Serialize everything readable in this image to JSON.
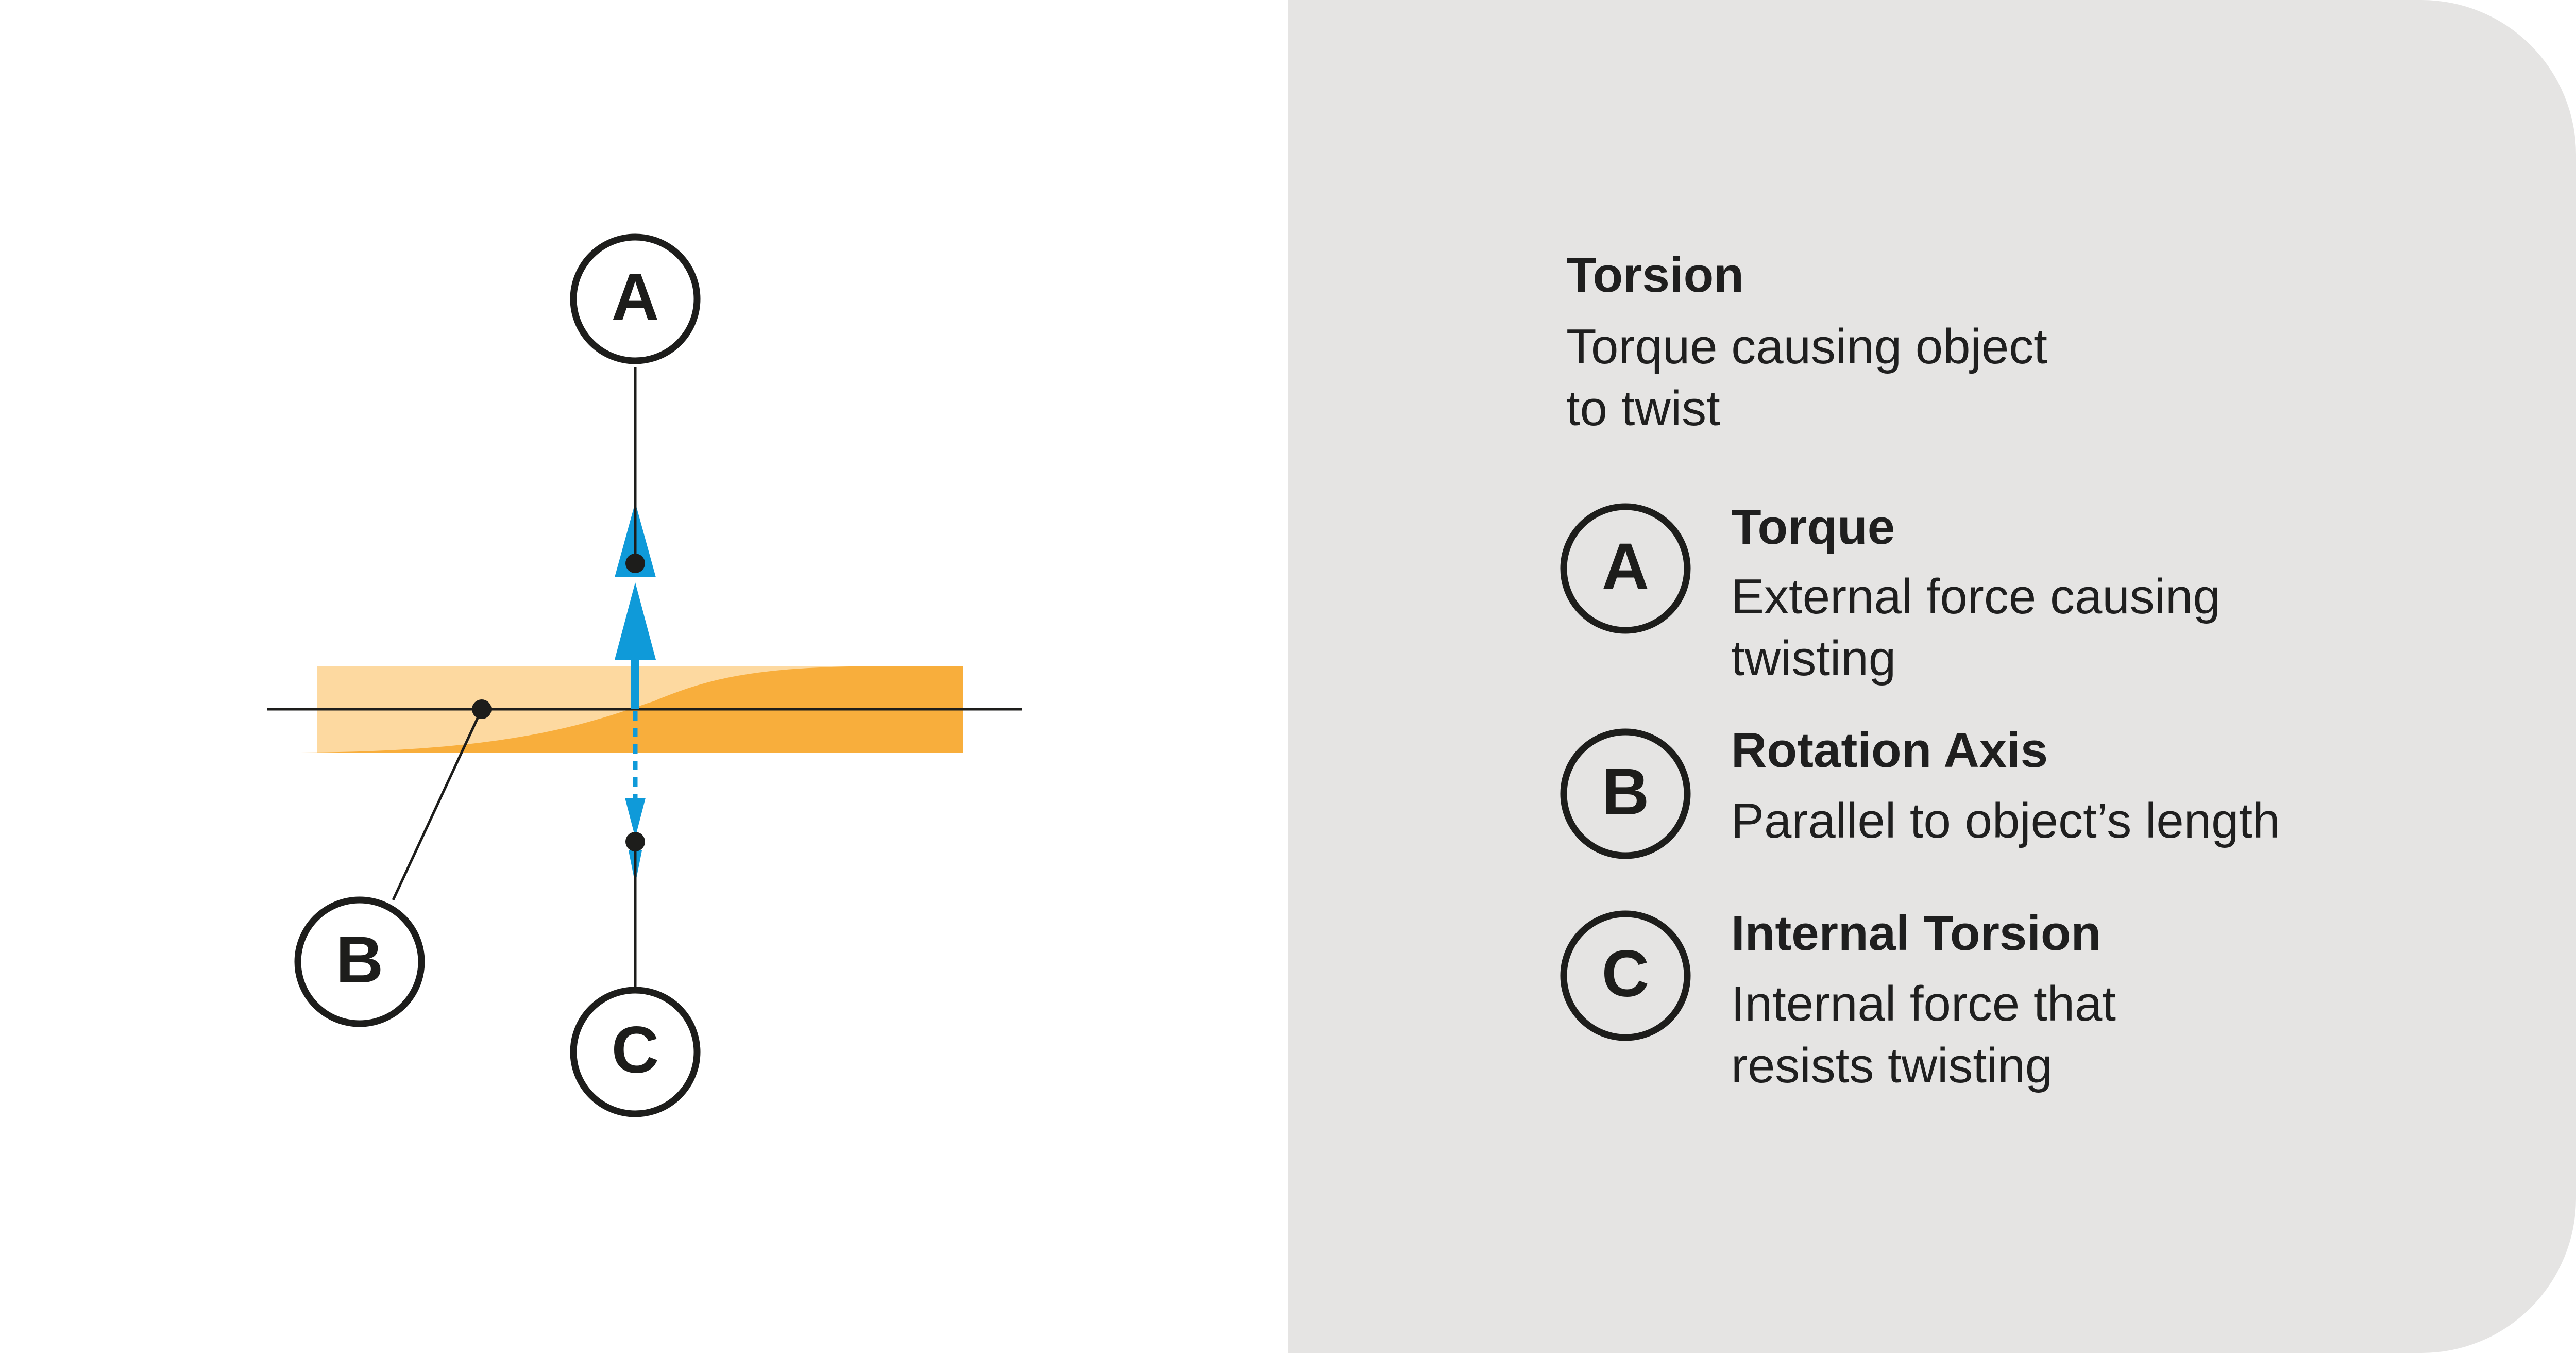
{
  "colors": {
    "panel_bg": "#e5e4e3",
    "outline": "#1d1d1b",
    "accent_blue": "#0f9ad9",
    "bar_light": "#fdd9a0",
    "bar_dark": "#f8ae3c"
  },
  "diagram": {
    "callouts": {
      "a": "A",
      "b": "B",
      "c": "C"
    }
  },
  "legend": {
    "title": "Torsion",
    "description_line1": "Torque causing object",
    "description_line2": "to twist",
    "items": [
      {
        "badge": "A",
        "title": "Torque",
        "desc_line1": "External force causing",
        "desc_line2": "twisting"
      },
      {
        "badge": "B",
        "title": "Rotation Axis",
        "desc_line1": "Parallel to object’s length",
        "desc_line2": ""
      },
      {
        "badge": "C",
        "title": "Internal Torsion",
        "desc_line1": "Internal force that",
        "desc_line2": "resists twisting"
      }
    ]
  }
}
